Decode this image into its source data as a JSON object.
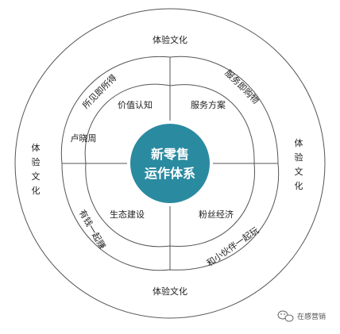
{
  "diagram": {
    "center": {
      "line1": "新零售",
      "line2": "运作体系",
      "color": "#2a8aa0"
    },
    "outer_ring": {
      "top": "体验文化",
      "bottom": "体验文化",
      "left": "体验文化",
      "right": "体验文化"
    },
    "petals": {
      "top_left": {
        "outer_label": "所见即所得",
        "inner_label": "价值认知",
        "side_label": "卢晓周"
      },
      "top_right": {
        "outer_label": "服务即购物",
        "inner_label": "服务方案"
      },
      "bottom_left": {
        "outer_label": "有钱一起赚",
        "inner_label": "生态建设"
      },
      "bottom_right": {
        "outer_label": "和小伙伴一起玩",
        "inner_label": "粉丝经济"
      }
    },
    "line_color": "#555555"
  },
  "watermark": {
    "text": "在感营销",
    "icon": "wechat-icon"
  }
}
